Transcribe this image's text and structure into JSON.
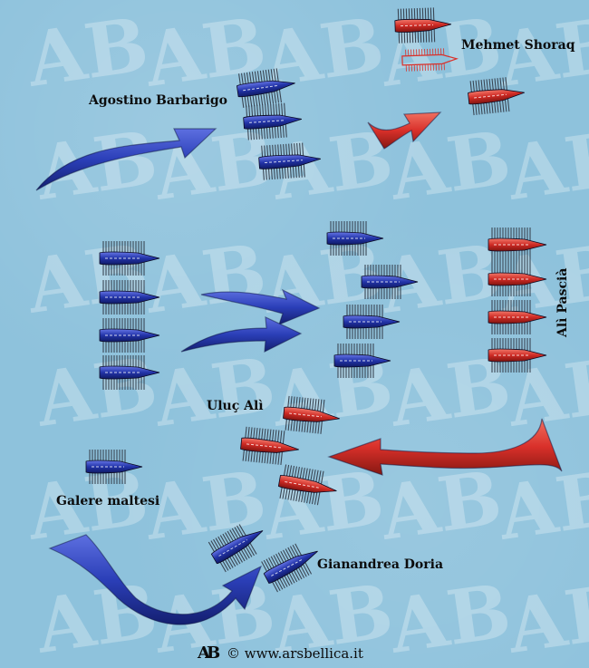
{
  "labels": {
    "barbarigo": "Agostino Barbarigo",
    "shoraq": "Mehmet Shoraq",
    "ali_pascia": "Alì Pascià",
    "uluc_ali": "Uluç Alì",
    "maltesi": "Galere maltesi",
    "doria": "Gianandrea Doria"
  },
  "footer": {
    "logo": "AB",
    "copyright": "©",
    "site": "www.arsbellica.it"
  },
  "watermark": "AB",
  "colors": {
    "sea": "#8ec2dc",
    "christian_fleet": "#2b3fb8",
    "ottoman_fleet": "#d9302a",
    "oars": "#3a4654"
  },
  "icons": [
    "galley-icon",
    "arrow-icon",
    "logo-icon"
  ]
}
